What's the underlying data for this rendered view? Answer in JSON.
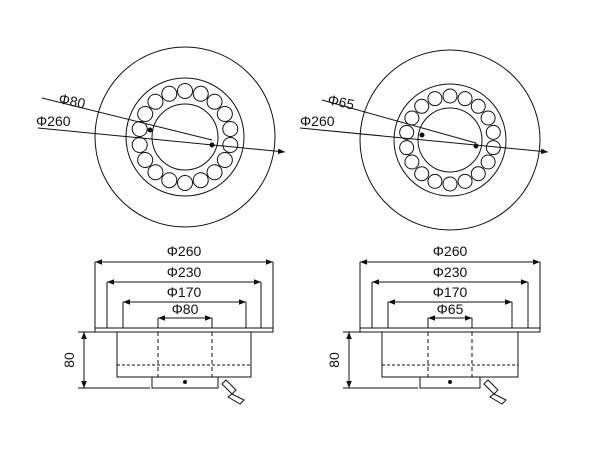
{
  "colors": {
    "line": "#111111",
    "background": "#ffffff"
  },
  "left_unit": {
    "top_view": {
      "inner_label": "Φ80",
      "outer_label": "Φ260"
    },
    "side_view": {
      "dims": [
        "Φ260",
        "Φ230",
        "Φ170",
        "Φ80"
      ],
      "height": "80"
    }
  },
  "right_unit": {
    "top_view": {
      "inner_label": "Φ65",
      "outer_label": "Φ260"
    },
    "side_view": {
      "dims": [
        "Φ260",
        "Φ230",
        "Φ170",
        "Φ65"
      ],
      "height": "80"
    }
  }
}
